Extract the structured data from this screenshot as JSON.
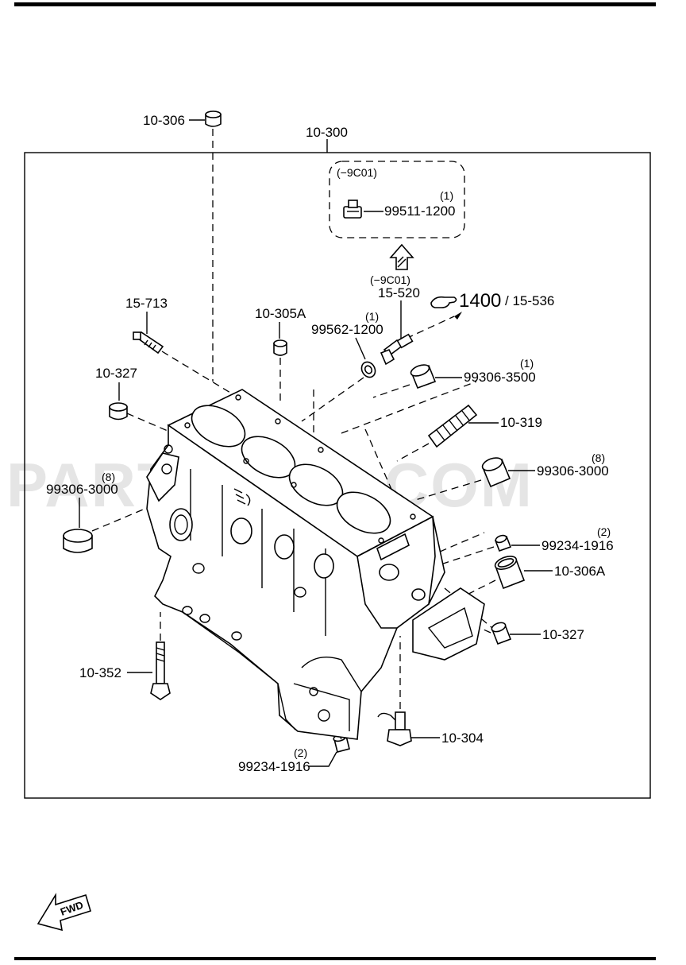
{
  "watermark": "PARTSOUQ.COM",
  "header_ref": "10-300",
  "callouts": {
    "c_10_306": "10-306",
    "c_9c01_box": "(−9C01)",
    "c_99511_qty": "(1)",
    "c_99511": "99511-1200",
    "c_9c01_arrow": "(−9C01)",
    "c_15_520": "15-520",
    "c_1400": "1400",
    "c_15_536": "/ 15-536",
    "c_15_713": "15-713",
    "c_10_305a": "10-305A",
    "c_99562_qty": "(1)",
    "c_99562": "99562-1200",
    "c_99306_3500_qty": "(1)",
    "c_99306_3500": "99306-3500",
    "c_10_327_top": "10-327",
    "c_10_319": "10-319",
    "c_99306_3000_r_qty": "(8)",
    "c_99306_3000_r": "99306-3000",
    "c_99306_3000_l_qty": "(8)",
    "c_99306_3000_l": "99306-3000",
    "c_99234_r_qty": "(2)",
    "c_99234_r": "99234-1916",
    "c_10_306a": "10-306A",
    "c_10_327_bot": "10-327",
    "c_10_352": "10-352",
    "c_10_304": "10-304",
    "c_99234_b_qty": "(2)",
    "c_99234_b": "99234-1916"
  },
  "fwd_label": "FWD"
}
